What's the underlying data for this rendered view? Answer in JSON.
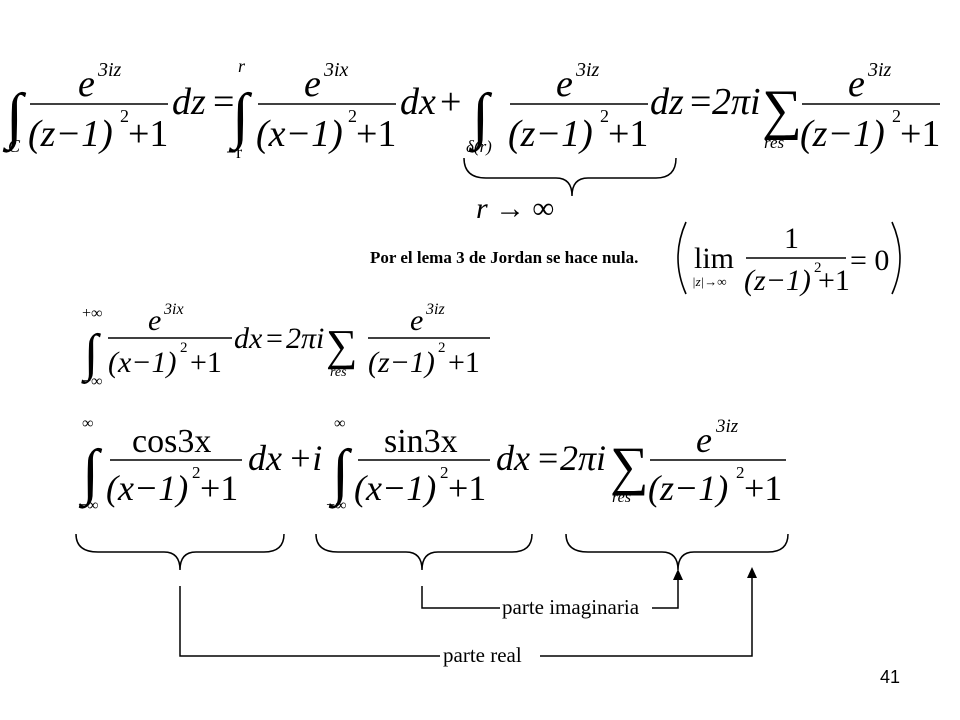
{
  "eq1": {
    "lhs": {
      "lower": "C",
      "exp": "3iz",
      "den": "(z−1)",
      "den_exp": "2",
      "plus1": "+1",
      "diff": "dz",
      "eq": "="
    },
    "t1": {
      "upper": "r",
      "lower": "−r",
      "exp": "3ix",
      "den": "(x−1)",
      "den_exp": "2",
      "plus1": "+1",
      "diff": "dx",
      "plus": "+"
    },
    "t2": {
      "lower": "δ(r)",
      "exp": "3iz",
      "den": "(z−1)",
      "den_exp": "2",
      "plus1": "+1",
      "diff": "dz",
      "eq": "="
    },
    "rhs": {
      "coef": "2πi",
      "sum_sub": "res",
      "exp": "3iz",
      "den": "(z−1)",
      "den_exp": "2",
      "plus1": "+1"
    },
    "limit": "r → ∞"
  },
  "jordan": {
    "text": "Por el lema 3 de Jordan se hace nula.",
    "lim": "lim",
    "lim_sub": "|z|→∞",
    "num": "1",
    "den": "(z−1)",
    "den_exp": "2",
    "plus1": "+1",
    "eq_zero": "= 0"
  },
  "eq2": {
    "upper": "+∞",
    "lower": "−∞",
    "exp": "3ix",
    "den": "(x−1)",
    "den_exp": "2",
    "plus1": "+1",
    "diff": "dx",
    "eq": "=",
    "coef": "2πi",
    "sum_sub": "res",
    "rexp": "3iz",
    "rden": "(z−1)",
    "rden_exp": "2",
    "rplus1": "+1"
  },
  "eq3": {
    "t1": {
      "upper": "∞",
      "lower": "−∞",
      "num": "cos3x",
      "den": "(x−1)",
      "den_exp": "2",
      "plus1": "+1",
      "diff": "dx",
      "plus_i": "+i"
    },
    "t2": {
      "upper": "∞",
      "lower": "−∞",
      "num": "sin3x",
      "den": "(x−1)",
      "den_exp": "2",
      "plus1": "+1",
      "diff": "dx",
      "eq": "="
    },
    "rhs": {
      "coef": "2πi",
      "sum_sub": "res",
      "exp": "3iz",
      "den": "(z−1)",
      "den_exp": "2",
      "plus1": "+1"
    }
  },
  "labels": {
    "imag": "parte imaginaria",
    "real": "parte real"
  },
  "page_number": "41"
}
